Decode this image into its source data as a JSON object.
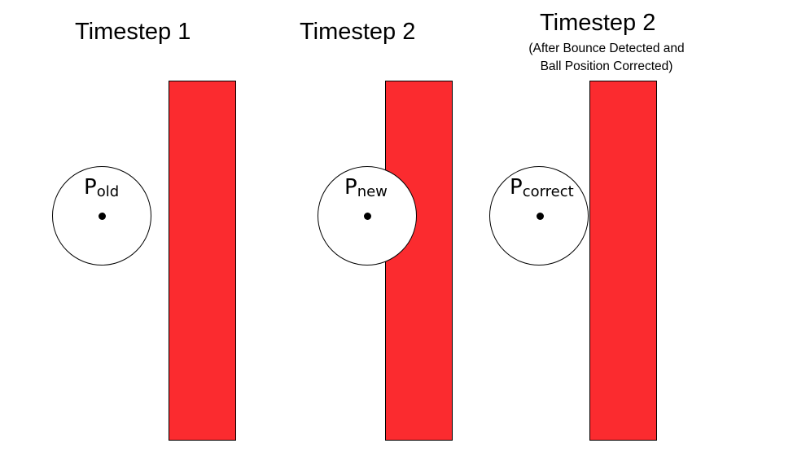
{
  "panels": [
    {
      "title": "Timestep 1",
      "subtitle": "",
      "ball_label": {
        "letter": "P",
        "subscript": "old"
      }
    },
    {
      "title": "Timestep 2",
      "subtitle": "",
      "ball_label": {
        "letter": "P",
        "subscript": "new"
      }
    },
    {
      "title": "Timestep 2",
      "subtitle_lines": [
        "(After Bounce Detected and",
        "Ball Position Corrected)"
      ],
      "ball_label": {
        "letter": "P",
        "subscript": "correct"
      }
    }
  ],
  "colors": {
    "wall": "#fb2b2f",
    "ball": "#ffffff",
    "outline": "#000000"
  }
}
